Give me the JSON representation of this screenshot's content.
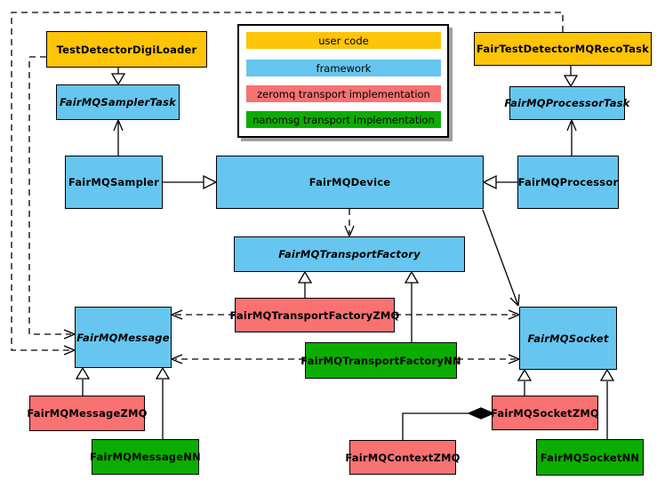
{
  "colors": {
    "user_code": "#FDC408",
    "framework": "#66C6EF",
    "zeromq": "#F87272",
    "nanomsg": "#0CAD01",
    "border": "#000000",
    "background": "#FFFFFF",
    "legend_shadow": "#A0A0A0"
  },
  "legend": {
    "items": [
      {
        "label": "user code",
        "category": "user_code"
      },
      {
        "label": "framework",
        "category": "framework"
      },
      {
        "label": "zeromq transport implementation",
        "category": "zeromq"
      },
      {
        "label": "nanomsg transport implementation",
        "category": "nanomsg"
      }
    ]
  },
  "nodes": [
    {
      "id": "TestDetectorDigiLoader",
      "label": "TestDetectorDigiLoader",
      "category": "user_code",
      "abstract": false
    },
    {
      "id": "FairTestDetectorMQRecoTask",
      "label": "FairTestDetectorMQRecoTask",
      "category": "user_code",
      "abstract": false
    },
    {
      "id": "FairMQSamplerTask",
      "label": "FairMQSamplerTask",
      "category": "framework",
      "abstract": true
    },
    {
      "id": "FairMQProcessorTask",
      "label": "FairMQProcessorTask",
      "category": "framework",
      "abstract": true
    },
    {
      "id": "FairMQSampler",
      "label": "FairMQSampler",
      "category": "framework",
      "abstract": false
    },
    {
      "id": "FairMQDevice",
      "label": "FairMQDevice",
      "category": "framework",
      "abstract": false
    },
    {
      "id": "FairMQProcessor",
      "label": "FairMQProcessor",
      "category": "framework",
      "abstract": false
    },
    {
      "id": "FairMQTransportFactory",
      "label": "FairMQTransportFactory",
      "category": "framework",
      "abstract": true
    },
    {
      "id": "FairMQTransportFactoryZMQ",
      "label": "FairMQTransportFactoryZMQ",
      "category": "zeromq",
      "abstract": false
    },
    {
      "id": "FairMQTransportFactoryNN",
      "label": "FairMQTransportFactoryNN",
      "category": "nanomsg",
      "abstract": false
    },
    {
      "id": "FairMQMessage",
      "label": "FairMQMessage",
      "category": "framework",
      "abstract": true
    },
    {
      "id": "FairMQSocket",
      "label": "FairMQSocket",
      "category": "framework",
      "abstract": true
    },
    {
      "id": "FairMQMessageZMQ",
      "label": "FairMQMessageZMQ",
      "category": "zeromq",
      "abstract": false
    },
    {
      "id": "FairMQMessageNN",
      "label": "FairMQMessageNN",
      "category": "nanomsg",
      "abstract": false
    },
    {
      "id": "FairMQSocketZMQ",
      "label": "FairMQSocketZMQ",
      "category": "zeromq",
      "abstract": false
    },
    {
      "id": "FairMQSocketNN",
      "label": "FairMQSocketNN",
      "category": "nanomsg",
      "abstract": false
    },
    {
      "id": "FairMQContextZMQ",
      "label": "FairMQContextZMQ",
      "category": "zeromq",
      "abstract": false
    }
  ],
  "edges": [
    {
      "from": "TestDetectorDigiLoader",
      "to": "FairMQSamplerTask",
      "type": "generalization"
    },
    {
      "from": "FairTestDetectorMQRecoTask",
      "to": "FairMQProcessorTask",
      "type": "generalization"
    },
    {
      "from": "FairMQSampler",
      "to": "FairMQSamplerTask",
      "type": "association"
    },
    {
      "from": "FairMQProcessor",
      "to": "FairMQProcessorTask",
      "type": "association"
    },
    {
      "from": "FairMQSampler",
      "to": "FairMQDevice",
      "type": "generalization"
    },
    {
      "from": "FairMQProcessor",
      "to": "FairMQDevice",
      "type": "generalization"
    },
    {
      "from": "FairMQDevice",
      "to": "FairMQTransportFactory",
      "type": "dependency"
    },
    {
      "from": "FairMQDevice",
      "to": "FairMQSocket",
      "type": "association"
    },
    {
      "from": "FairMQTransportFactoryZMQ",
      "to": "FairMQTransportFactory",
      "type": "generalization"
    },
    {
      "from": "FairMQTransportFactoryNN",
      "to": "FairMQTransportFactory",
      "type": "generalization"
    },
    {
      "from": "FairMQTransportFactoryZMQ",
      "to": "FairMQMessage",
      "type": "dependency"
    },
    {
      "from": "FairMQTransportFactoryZMQ",
      "to": "FairMQSocket",
      "type": "dependency"
    },
    {
      "from": "FairMQTransportFactoryNN",
      "to": "FairMQMessage",
      "type": "dependency"
    },
    {
      "from": "FairMQTransportFactoryNN",
      "to": "FairMQSocket",
      "type": "dependency"
    },
    {
      "from": "TestDetectorDigiLoader",
      "to": "FairMQMessage",
      "type": "dependency"
    },
    {
      "from": "FairTestDetectorMQRecoTask",
      "to": "FairMQMessage",
      "type": "dependency"
    },
    {
      "from": "FairMQMessageZMQ",
      "to": "FairMQMessage",
      "type": "generalization"
    },
    {
      "from": "FairMQMessageNN",
      "to": "FairMQMessage",
      "type": "generalization"
    },
    {
      "from": "FairMQSocketZMQ",
      "to": "FairMQSocket",
      "type": "generalization"
    },
    {
      "from": "FairMQSocketNN",
      "to": "FairMQSocket",
      "type": "generalization"
    },
    {
      "from": "FairMQContextZMQ",
      "to": "FairMQSocketZMQ",
      "type": "composition"
    }
  ]
}
